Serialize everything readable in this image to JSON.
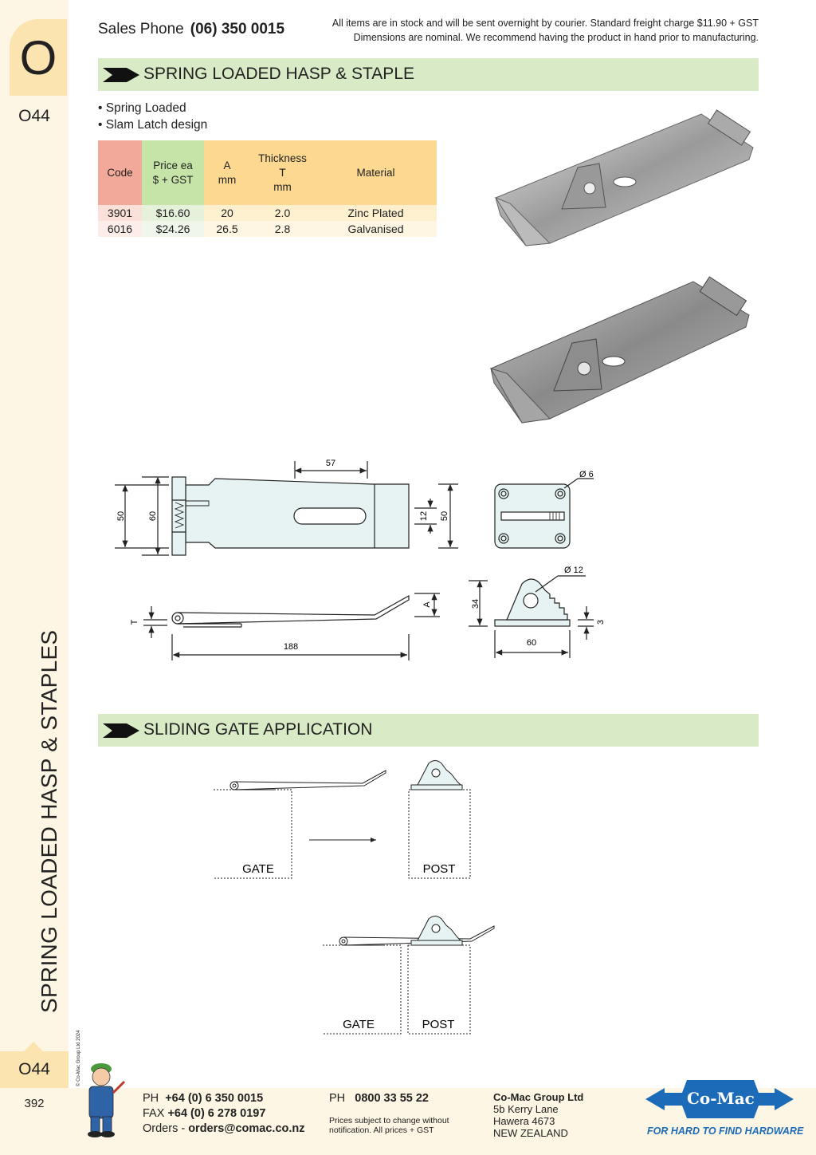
{
  "sidebar": {
    "section_letter": "O",
    "code_top": "O44",
    "code_bottom": "O44",
    "page_number": "392",
    "vertical_title": "SPRING LOADED HASP & STAPLES",
    "copyright": "© Co-Mac Group Ltd 2024"
  },
  "header": {
    "sales_label": "Sales Phone",
    "sales_number": "(06) 350 0015",
    "notice_line1": "All items are in stock and will be sent overnight by courier. Standard freight charge $11.90 + GST",
    "notice_line2": "Dimensions are nominal. We recommend having the product in hand prior to manufacturing."
  },
  "product": {
    "title": "SPRING LOADED HASP & STAPLE",
    "bullets": [
      "• Spring Loaded",
      "• Slam Latch design"
    ],
    "table": {
      "headers": {
        "code": "Code",
        "price_1": "Price ea",
        "price_2": "$ + GST",
        "a_1": "A",
        "a_2": "mm",
        "thk_1": "Thickness",
        "thk_2": "T",
        "thk_3": "mm",
        "material": "Material"
      },
      "rows": [
        {
          "code": "3901",
          "price": "$16.60",
          "a": "20",
          "thickness": "2.0",
          "material": "Zinc Plated"
        },
        {
          "code": "6016",
          "price": "$24.26",
          "a": "26.5",
          "thickness": "2.8",
          "material": "Galvanised"
        }
      ]
    }
  },
  "drawing_labels": {
    "dim_57": "57",
    "dim_50_left": "50",
    "dim_60_left": "60",
    "dim_12": "12",
    "dim_50_right": "50",
    "dim_phi6": "Ø 6",
    "dim_phi12": "Ø 12",
    "dim_34": "34",
    "dim_60_bottom": "60",
    "dim_3": "3",
    "dim_t": "T",
    "dim_a": "A",
    "dim_188": "188"
  },
  "application": {
    "title": "SLIDING GATE APPLICATION",
    "gate_label_1": "GATE",
    "post_label_1": "POST",
    "gate_label_2": "GATE",
    "post_label_2": "POST"
  },
  "footer": {
    "ph_label": "PH",
    "ph_number": "+64 (0) 6 350 0015",
    "fax_label": "FAX",
    "fax_number": "+64 (0) 6 278 0197",
    "orders_label": "Orders -",
    "orders_email": "orders@comac.co.nz",
    "ph2_label": "PH",
    "ph2_number": "0800 33 55 22",
    "disclaimer_1": "Prices subject to change without",
    "disclaimer_2": "notification. All prices + GST",
    "company": "Co-Mac Group Ltd",
    "addr_1": "5b Kerry Lane",
    "addr_2": "Hawera 4673",
    "addr_3": "NEW ZEALAND",
    "logo_text": "Co-Mac",
    "tagline": "FOR HARD TO FIND HARDWARE"
  }
}
